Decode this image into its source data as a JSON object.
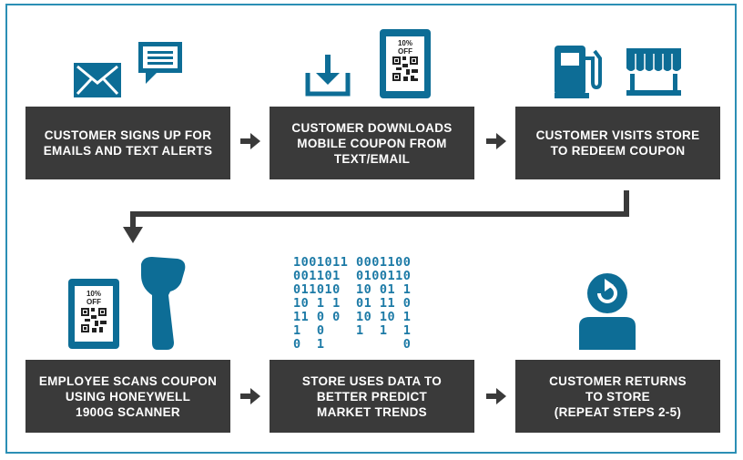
{
  "colors": {
    "accent": "#0d6d96",
    "box": "#3a3a3a",
    "border": "#2b8fb5"
  },
  "steps": {
    "s1": "CUSTOMER SIGNS UP FOR\nEMAILS AND TEXT ALERTS",
    "s2": "CUSTOMER DOWNLOADS\nMOBILE COUPON FROM\nTEXT/EMAIL",
    "s3": "CUSTOMER VISITS STORE\nTO REDEEM COUPON",
    "s4": "EMPLOYEE SCANS COUPON\nUSING HONEYWELL\n1900G SCANNER",
    "s5": "STORE USES DATA TO\nBETTER PREDICT\nMARKET TRENDS",
    "s6": "CUSTOMER RETURNS\nTO STORE\n(REPEAT STEPS 2-5)"
  },
  "coupon": {
    "percent": "10%",
    "off": "OFF"
  },
  "binary": "1001011 0001100\n001101  0100110\n011010  10 01 1\n10 1 1  01 11 0\n11 0 0  10 10 1\n1  0    1  1  1\n0  1          0",
  "icons": [
    "envelope-icon",
    "chat-bubble-icon",
    "download-icon",
    "phone-coupon-icon",
    "fuel-pump-icon",
    "storefront-icon",
    "barcode-scanner-icon",
    "binary-data-icon",
    "returning-customer-icon"
  ]
}
